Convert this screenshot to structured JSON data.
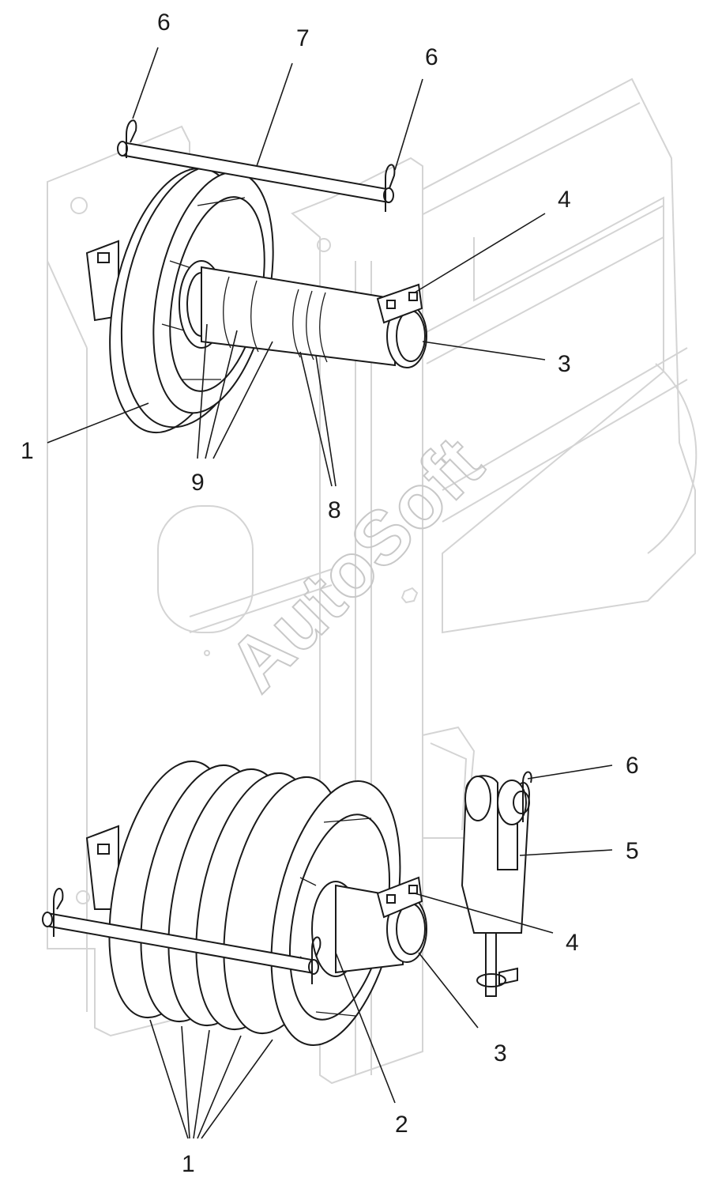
{
  "callouts": {
    "c6a": "6",
    "c7": "7",
    "c6b": "6",
    "c4a": "4",
    "c3a": "3",
    "c1a": "1",
    "c9": "9",
    "c8": "8",
    "c6c": "6",
    "c5": "5",
    "c4b": "4",
    "c3b": "3",
    "c2": "2",
    "c1b": "1"
  },
  "watermark": "AutoSoft"
}
